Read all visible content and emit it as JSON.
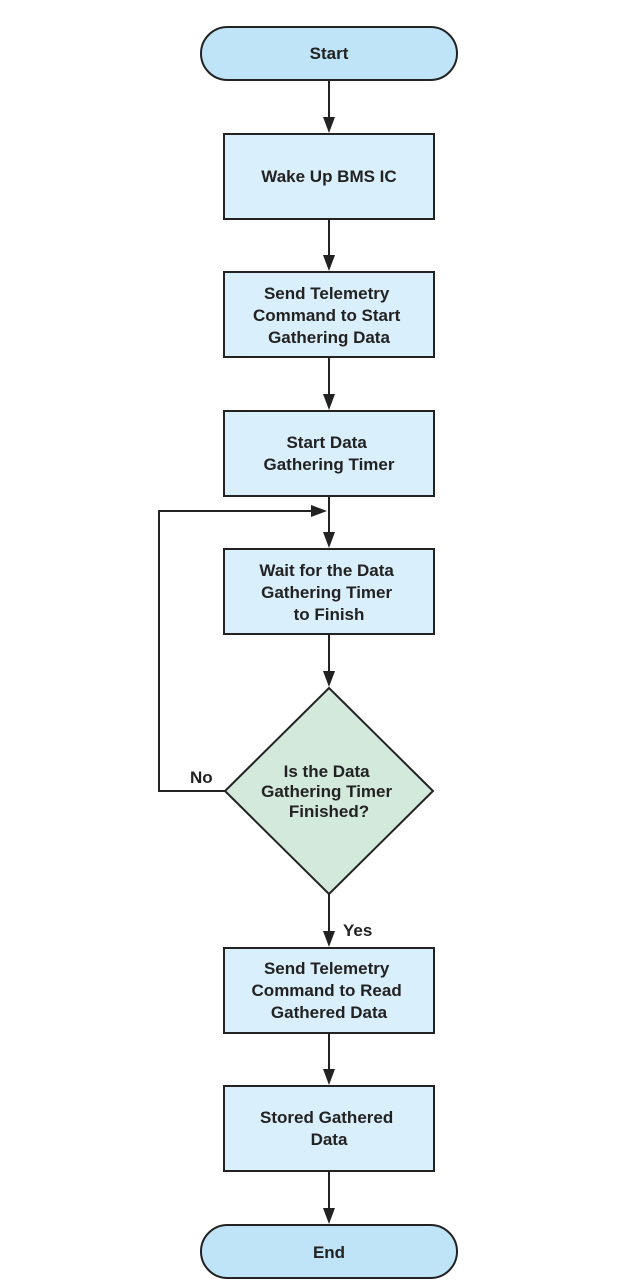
{
  "nodes": {
    "start": {
      "lines": [
        "Start"
      ]
    },
    "wake": {
      "lines": [
        "Wake Up BMS IC"
      ]
    },
    "send_start": {
      "lines": [
        "Send Telemetry",
        "Command to Start",
        "Gathering Data"
      ]
    },
    "start_timer": {
      "lines": [
        "Start Data",
        "Gathering Timer"
      ]
    },
    "wait": {
      "lines": [
        "Wait for the Data",
        "Gathering Timer",
        "to Finish"
      ]
    },
    "decision": {
      "lines": [
        "Is the Data",
        "Gathering Timer",
        "Finished?"
      ]
    },
    "send_read": {
      "lines": [
        "Send Telemetry",
        "Command to Read",
        "Gathered Data"
      ]
    },
    "store": {
      "lines": [
        "Stored Gathered",
        "Data"
      ]
    },
    "end": {
      "lines": [
        "End"
      ]
    }
  },
  "edges": {
    "no_label": "No",
    "yes_label": "Yes"
  },
  "colors": {
    "terminal_fill": "#bfe3f7",
    "process_fill": "#d9effb",
    "decision_fill": "#d3e9dc",
    "stroke": "#222222"
  }
}
